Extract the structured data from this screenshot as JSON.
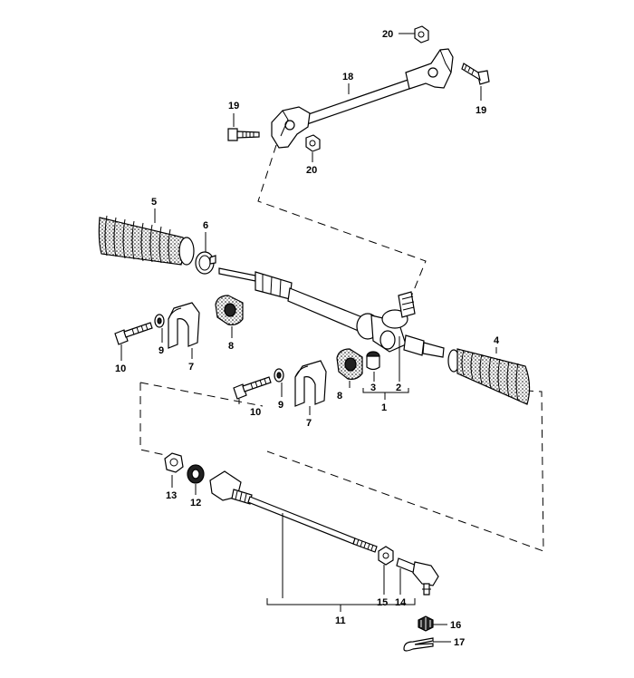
{
  "callouts": {
    "c1": "1",
    "c2": "2",
    "c3": "3",
    "c4": "4",
    "c5": "5",
    "c6": "6",
    "c7a": "7",
    "c7b": "7",
    "c8a": "8",
    "c8b": "8",
    "c9a": "9",
    "c9b": "9",
    "c10a": "10",
    "c10b": "10",
    "c11": "11",
    "c12": "12",
    "c13": "13",
    "c14": "14",
    "c15": "15",
    "c16": "16",
    "c17": "17",
    "c18": "18",
    "c19a": "19",
    "c19b": "19",
    "c20a": "20",
    "c20b": "20"
  }
}
